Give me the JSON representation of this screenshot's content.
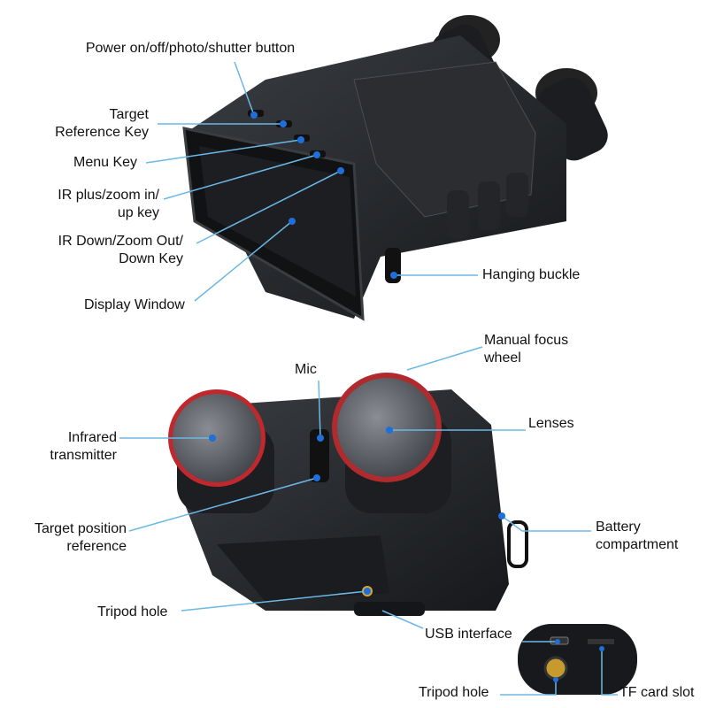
{
  "labels": {
    "power": "Power on/off/photo/shutter button",
    "target_ref_1": "Target",
    "target_ref_2": "Reference Key",
    "menu": "Menu Key",
    "ir_plus_1": "IR plus/zoom in/",
    "ir_plus_2": "up key",
    "ir_down_1": "IR Down/Zoom Out/",
    "ir_down_2": "Down Key",
    "display": "Display Window",
    "buckle": "Hanging buckle",
    "focus_1": "Manual focus",
    "focus_2": "wheel",
    "mic": "Mic",
    "infrared_1": "Infrared",
    "infrared_2": "transmitter",
    "lenses": "Lenses",
    "target_pos_1": "Target position",
    "target_pos_2": "reference",
    "battery_1": "Battery",
    "battery_2": "compartment",
    "tripod_1": "Tripod hole",
    "usb": "USB interface",
    "tripod_2": "Tripod hole",
    "tf": "TF card slot"
  },
  "colors": {
    "leader": "#6bb8e6",
    "dot": "#1e6fd9",
    "body": "#2a2c30"
  }
}
